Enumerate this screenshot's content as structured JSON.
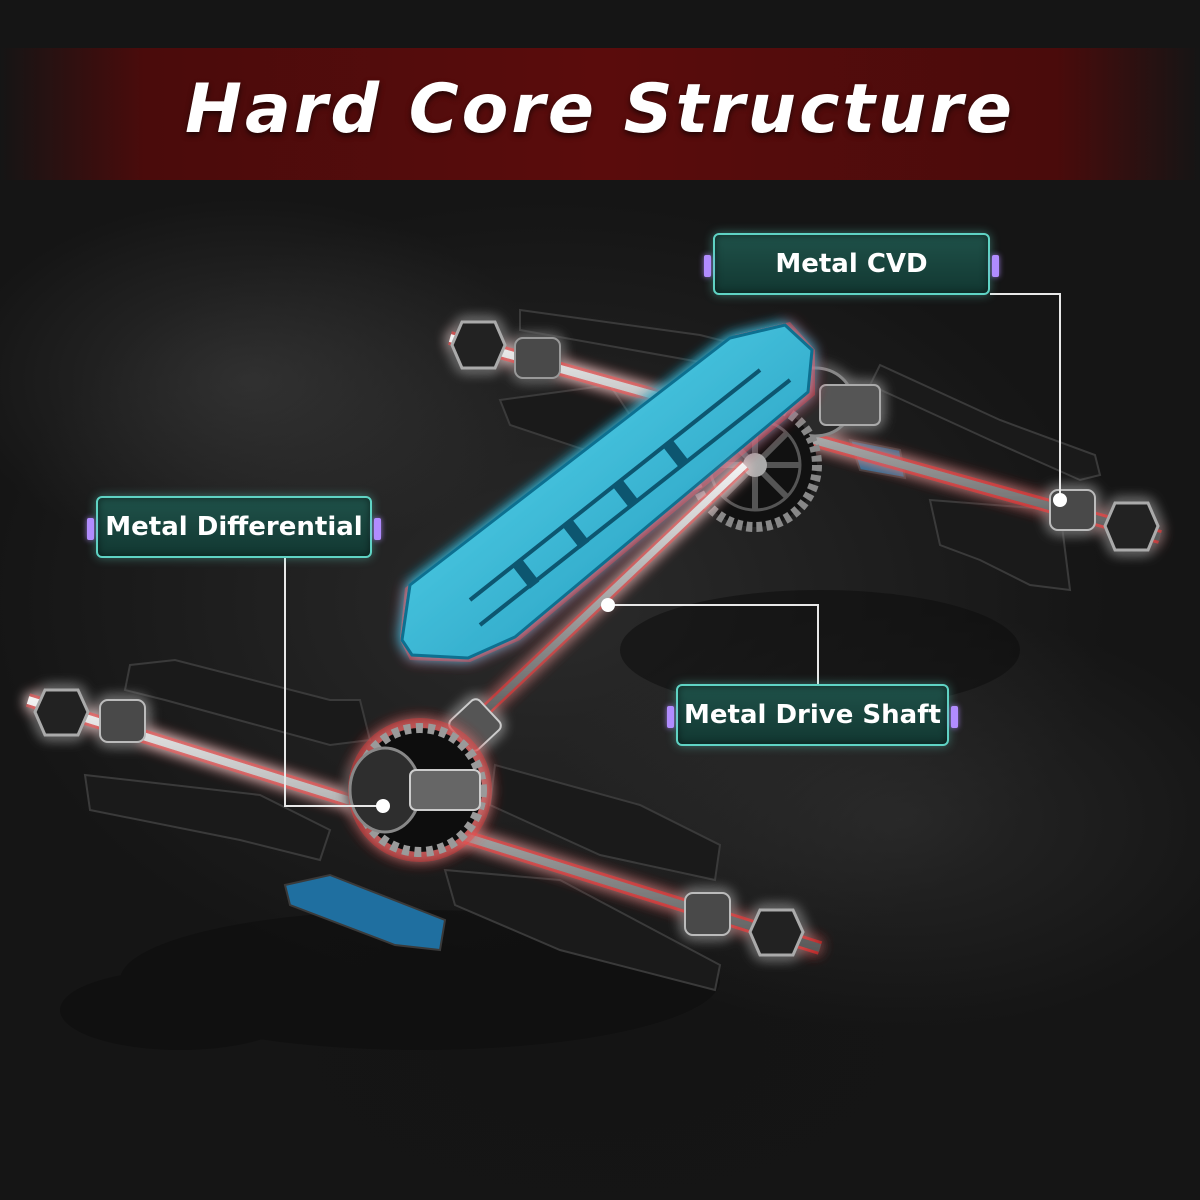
{
  "title": "Hard Core Structure",
  "callouts": {
    "cvd": "Metal CVD",
    "differential": "Metal Differential",
    "drive_shaft": "Metal Drive Shaft"
  },
  "colors": {
    "chassis_blue": "#2ab0cf",
    "glow_red": "#ff1a1a",
    "callout_border": "#5fd3c4",
    "callout_fill": "#1a463f",
    "tab_purple": "#b18cff",
    "banner_red": "#5a0c0c"
  }
}
